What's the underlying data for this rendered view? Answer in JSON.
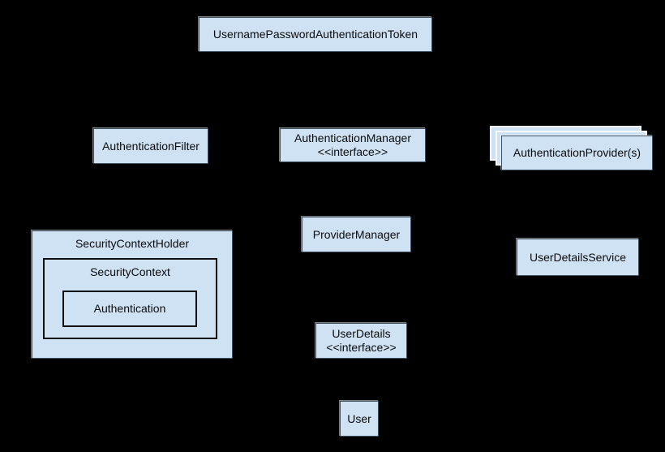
{
  "diagram": {
    "background_color": "#000000",
    "node_fill_color": "#cfe2f3",
    "node_border_color": "#3f5063",
    "stacked_node_border_color": "#ffffff",
    "text_color": "#000000",
    "nodes": {
      "username_password_authentication_token": {
        "label": "UsernamePasswordAuthenticationToken"
      },
      "authentication_filter": {
        "label": "AuthenticationFilter"
      },
      "authentication_manager": {
        "label": "AuthenticationManager",
        "stereotype": "<<interface>>"
      },
      "authentication_providers": {
        "label": "AuthenticationProvider(s)",
        "stack_count": 3
      },
      "provider_manager": {
        "label": "ProviderManager"
      },
      "user_details_service": {
        "label": "UserDetailsService"
      },
      "security_context_holder": {
        "label": "SecurityContextHolder"
      },
      "security_context": {
        "label": "SecurityContext"
      },
      "authentication": {
        "label": "Authentication"
      },
      "user_details": {
        "label": "UserDetails",
        "stereotype": "<<interface>>"
      },
      "user": {
        "label": "User"
      }
    }
  }
}
